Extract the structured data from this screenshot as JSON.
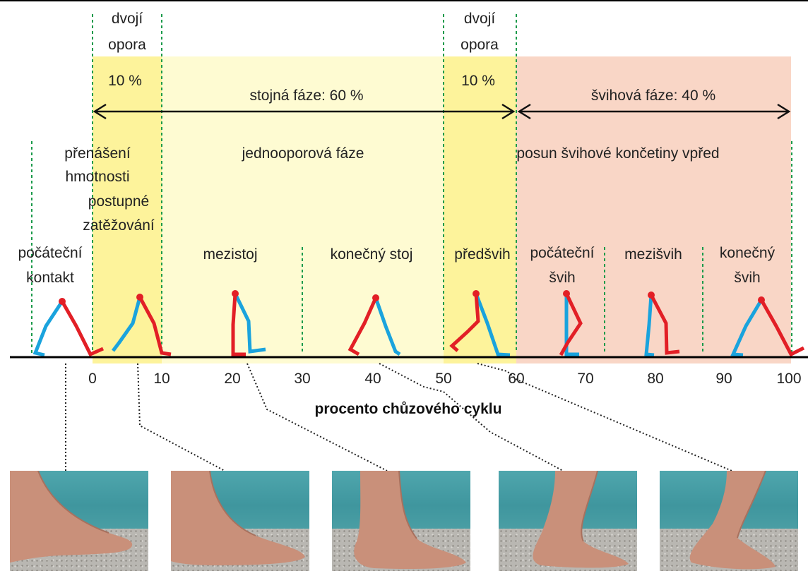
{
  "top_labels": {
    "double_support_1": [
      "dvojí",
      "opora"
    ],
    "double_support_2": [
      "dvojí",
      "opora"
    ],
    "pct_1": "10 %",
    "pct_2": "10 %",
    "stance_phase": "stojná fáze: 60 %",
    "swing_phase": "švihová fáze: 40 %"
  },
  "sub_phases": {
    "weight_transfer": [
      "přenášení",
      "hmotnosti"
    ],
    "single_support": "jednooporová fáze",
    "limb_advance": "posun švihové končetiny vpřed"
  },
  "events": {
    "loading": [
      "postupné",
      "zatěžování"
    ],
    "initial_contact": [
      "počáteční",
      "kontakt"
    ],
    "midstance": "mezistoj",
    "terminal_stance": "konečný stoj",
    "preswing": "předšvih",
    "initial_swing": [
      "počáteční",
      "švih"
    ],
    "midswing": "mezišvih",
    "terminal_swing": [
      "konečný",
      "švih"
    ]
  },
  "axis": {
    "ticks": [
      "0",
      "10",
      "20",
      "30",
      "40",
      "50",
      "60",
      "70",
      "80",
      "90",
      "100"
    ],
    "title": "procento chůzového cyklu"
  },
  "colors": {
    "double_support": "#fdf39b",
    "stance": "#fefbd2",
    "swing": "#f9d6c6",
    "leg_red": "#e21f26",
    "leg_blue": "#1aa3dd",
    "divider": "#1a9a4a"
  },
  "photos": [
    "foot-initial-contact",
    "foot-loading",
    "foot-midstance",
    "foot-terminal-stance",
    "foot-preswing"
  ]
}
